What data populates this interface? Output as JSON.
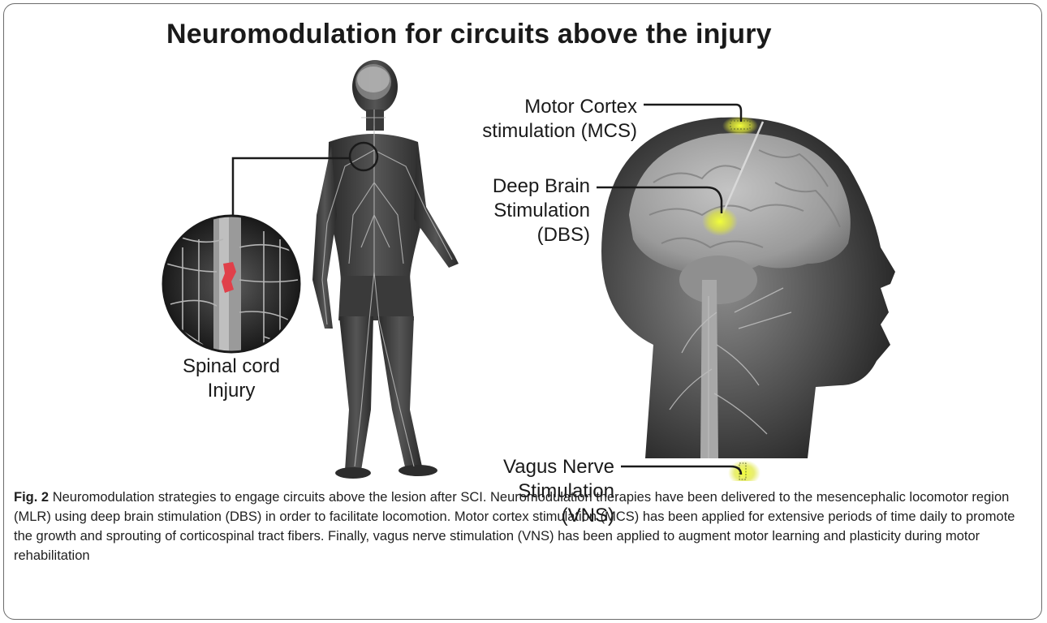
{
  "figure": {
    "title": "Neuromodulation for circuits above the injury",
    "labels": {
      "mcs": [
        "Motor Cortex",
        "stimulation (MCS)"
      ],
      "dbs": [
        "Deep Brain",
        "Stimulation",
        "(DBS)"
      ],
      "vns": [
        "Vagus Nerve",
        "Stimulation",
        "(VNS)"
      ],
      "sci": [
        "Spinal cord",
        "Injury"
      ]
    }
  },
  "caption": {
    "label": "Fig. 2",
    "text": "Neuromodulation strategies to engage circuits above the lesion after SCI. Neuromodulation therapies have been delivered to the mesencephalic locomotor region (MLR) using deep brain stimulation (DBS) in order to facilitate locomotion. Motor cortex stimulation (MCS) has been applied for extensive periods of time daily to promote the growth and sprouting of corticospinal tract fibers. Finally, vagus nerve stimulation (VNS) has been applied to augment motor learning and plasticity during motor rehabilitation"
  },
  "colors": {
    "body_fill": "#3f3f3f",
    "brain_fill": "#9a9a9a",
    "stim_glow": "#e8f23a",
    "injury": "#e0404a"
  }
}
